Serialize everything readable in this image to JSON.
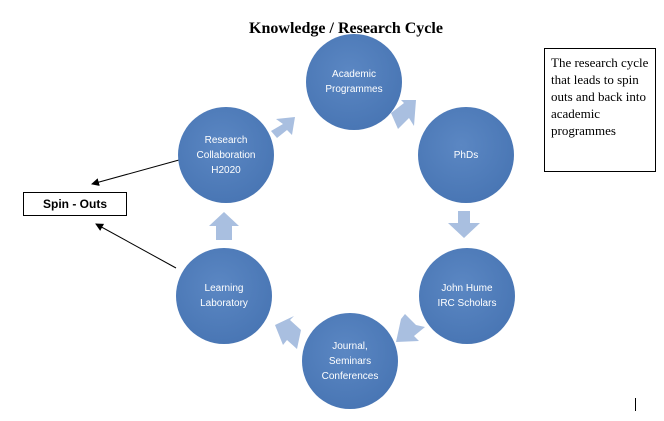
{
  "title": "Knowledge / Research Cycle",
  "nodes": [
    {
      "label": "Academic\nProgrammes"
    },
    {
      "label": "PhDs"
    },
    {
      "label": "John Hume\nIRC Scholars"
    },
    {
      "label": "Journal,\nSeminars\nConferences"
    },
    {
      "label": "Learning\nLaboratory"
    },
    {
      "label": "Research\nCollaboration\nH2020"
    }
  ],
  "spin_outs": "Spin - Outs",
  "note": "The research cycle that leads to spin outs and back into academic programmes",
  "colors": {
    "node": "#4a77b5",
    "arrow": "#a9bfe0"
  }
}
